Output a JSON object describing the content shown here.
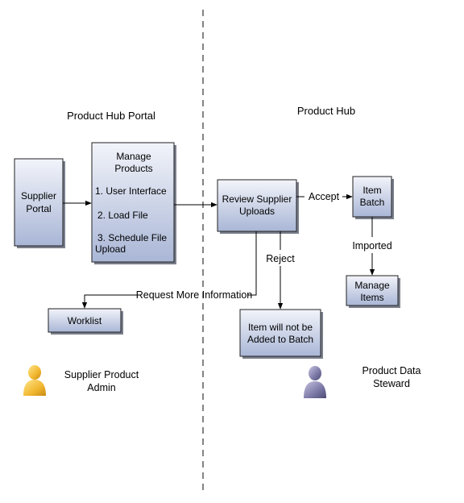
{
  "sections": {
    "left_title": "Product Hub Portal",
    "right_title": "Product Hub"
  },
  "boxes": {
    "supplier_portal": [
      "Supplier",
      "Portal"
    ],
    "manage_products_title": [
      "Manage",
      "Products"
    ],
    "manage_products_steps": [
      "1. User Interface",
      "2. Load File",
      "3. Schedule File",
      "Upload"
    ],
    "review_uploads": [
      "Review Supplier",
      "Uploads"
    ],
    "item_batch": [
      "Item",
      "Batch"
    ],
    "manage_items": [
      "Manage",
      "Items"
    ],
    "worklist": [
      "Worklist"
    ],
    "not_added": [
      "Item will not be",
      "Added to Batch"
    ]
  },
  "edges": {
    "accept": "Accept",
    "imported": "Imported",
    "reject": "Reject",
    "request_more_info": "Request More Information"
  },
  "actors": {
    "supplier_admin": [
      "Supplier Product",
      "Admin"
    ],
    "data_steward": [
      "Product Data",
      "Steward"
    ]
  },
  "colors": {
    "box_top": "#f2f4fa",
    "box_bottom": "#a9b6d6",
    "actor_supplier": "#f2b730",
    "actor_steward": "#7b78a6"
  }
}
